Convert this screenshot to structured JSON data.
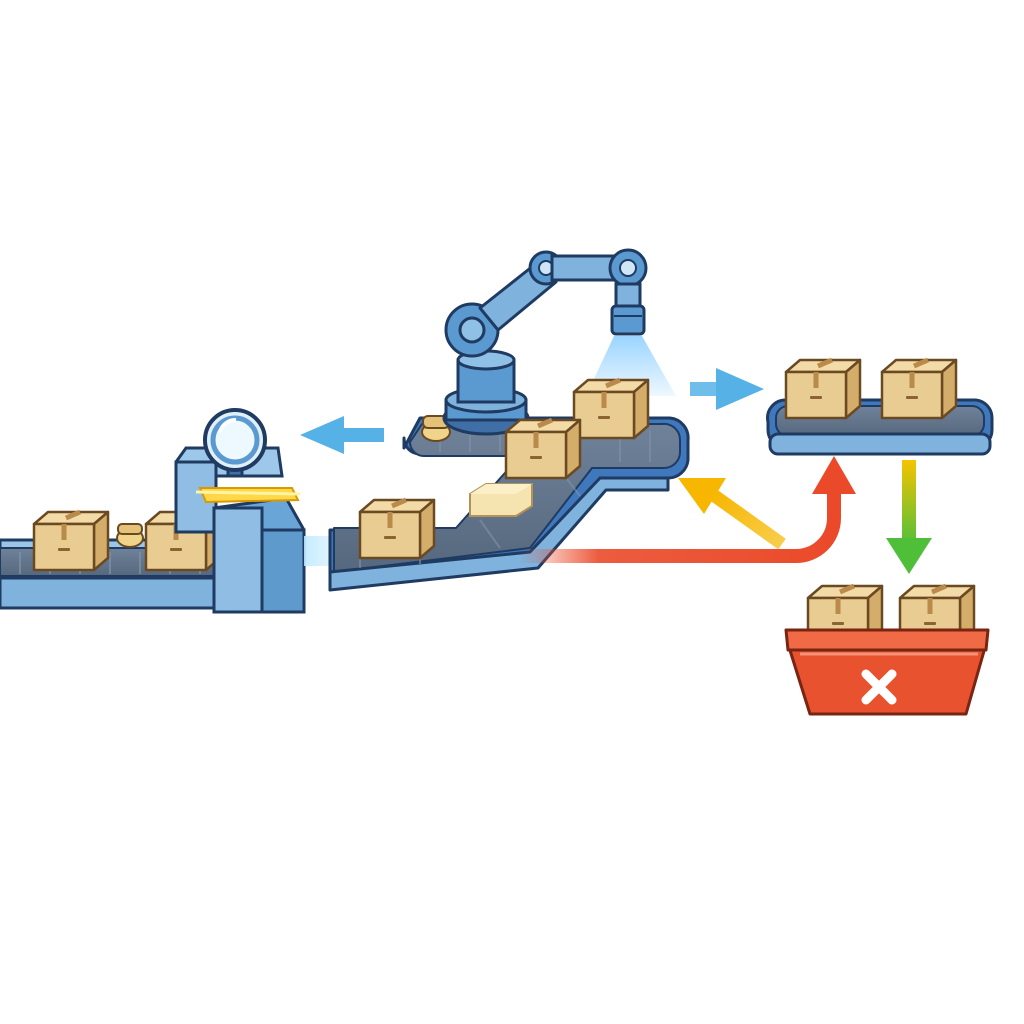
{
  "colors": {
    "background": "#ffffff",
    "belt_top": "#5f7288",
    "belt_edge": "#3f5d86",
    "machine_blue": "#7fb2dd",
    "robot_blue": "#5b9ad0",
    "box": "#e9cc92",
    "box_shade": "#d4ad6b",
    "arrow_blue": "#55b1e6",
    "arrow_yellow": "#f5b800",
    "arrow_red": "#ea4a2a",
    "arrow_green": "#63c33a",
    "reject_bin": "#e8522e",
    "reject_mark": "#ffffff",
    "scan_light": "#ffd84a",
    "spray": "#8fd0ff"
  },
  "icons": {
    "scanner": "magnifier-scanner-icon",
    "robot": "robotic-arm-icon",
    "reject_mark": "x-mark-icon"
  },
  "stages": [
    {
      "name": "inspection-scanner"
    },
    {
      "name": "robot-arm-station"
    },
    {
      "name": "accepted-output-tray"
    },
    {
      "name": "reject-bin"
    }
  ],
  "flows": [
    {
      "name": "arrow-blue-left",
      "color": "arrow_blue"
    },
    {
      "name": "arrow-blue-right",
      "color": "arrow_blue"
    },
    {
      "name": "arrow-yellow-return",
      "color": "arrow_yellow"
    },
    {
      "name": "arrow-red-recirculate",
      "color": "arrow_red"
    },
    {
      "name": "arrow-green-down",
      "color": "arrow_green"
    }
  ]
}
